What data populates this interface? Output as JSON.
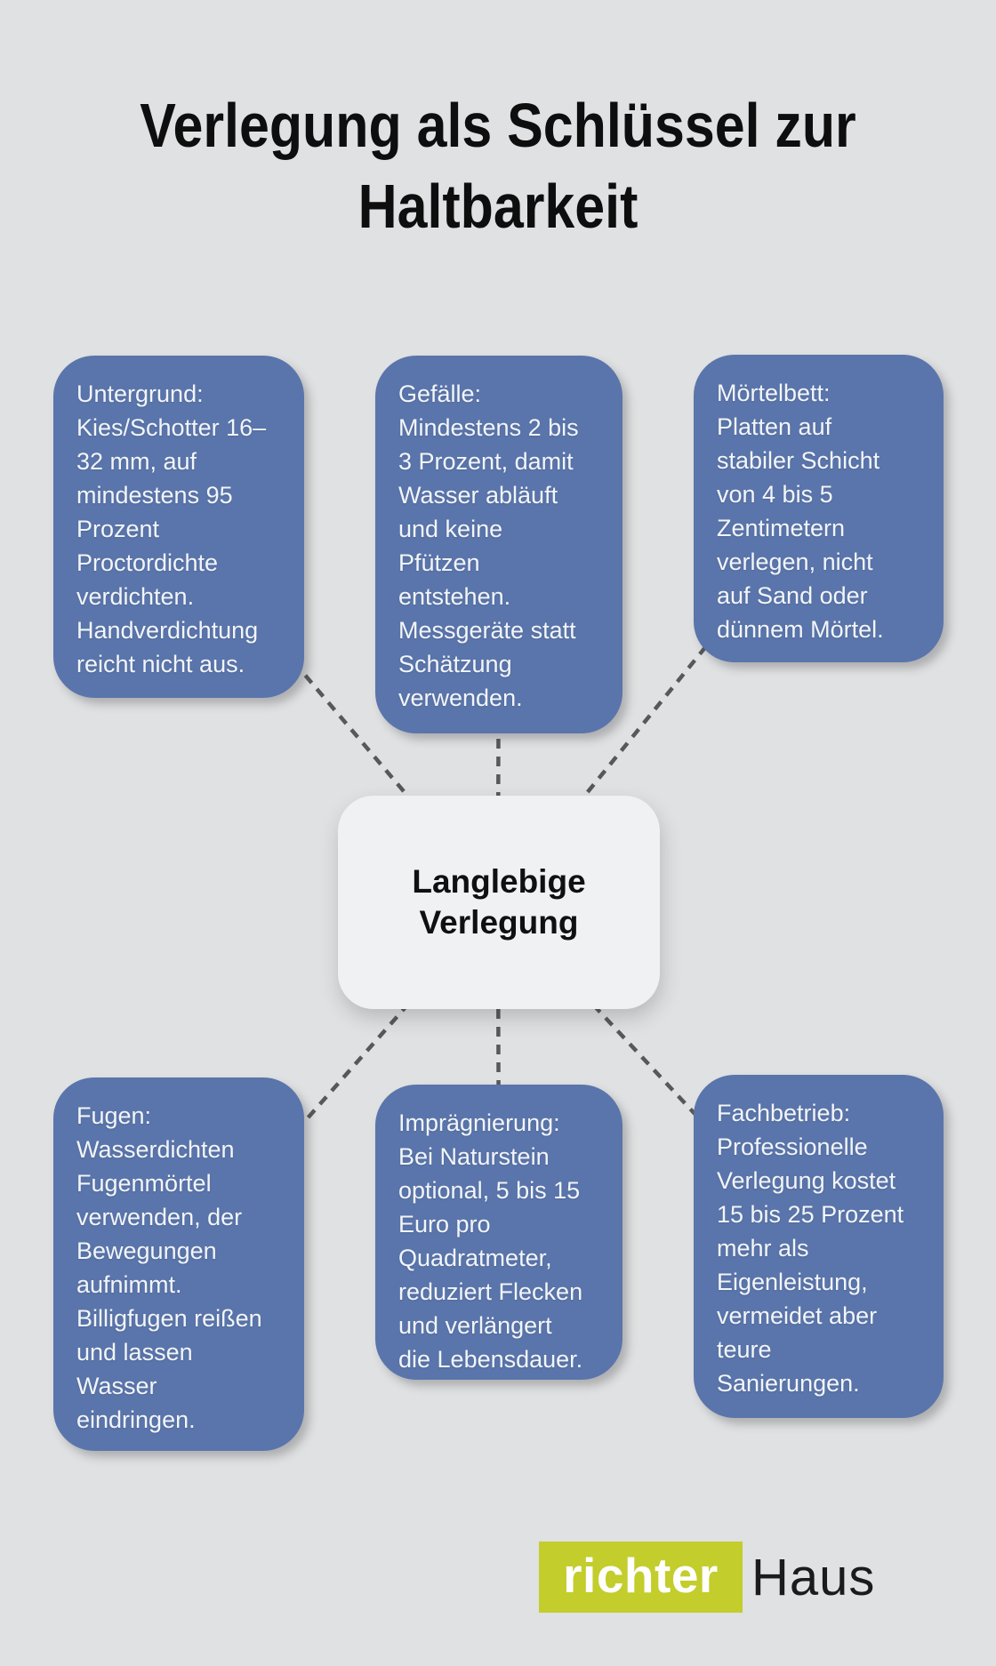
{
  "title": "Verlegung als Schlüssel zur\nHaltbarkeit",
  "center_node": {
    "label": "Langlebige\nVerlegung"
  },
  "nodes": [
    {
      "id": "untergrund",
      "text": "Untergrund:\nKies/Schotter 16–\n32 mm, auf\nmindestens 95\nProzent\nProctordichte\nverdichten.\nHandverdichtung\nreicht nicht aus."
    },
    {
      "id": "gefaelle",
      "text": "Gefälle:\nMindestens 2 bis\n3 Prozent, damit\nWasser abläuft\nund keine\nPfützen\nentstehen.\nMessgeräte statt\nSchätzung\nverwenden."
    },
    {
      "id": "moertelbett",
      "text": "Mörtelbett:\nPlatten auf\nstabiler Schicht\nvon 4 bis 5\nZentimetern\nverlegen, nicht\nauf Sand oder\ndünnem Mörtel."
    },
    {
      "id": "fugen",
      "text": "Fugen:\nWasserdichten\nFugenmörtel\nverwenden, der\nBewegungen\naufnimmt.\nBilligfugen reißen\nund lassen\nWasser\neindringen."
    },
    {
      "id": "impraegnierung",
      "text": "Imprägnierung:\nBei Naturstein\noptional, 5 bis 15\nEuro pro\nQuadratmeter,\nreduziert Flecken\nund verlängert\ndie Lebensdauer."
    },
    {
      "id": "fachbetrieb",
      "text": "Fachbetrieb:\nProfessionelle\nVerlegung kostet\n15 bis 25 Prozent\nmehr als\nEigenleistung,\nvermeidet aber\nteure\nSanierungen."
    }
  ],
  "logo": {
    "brand": "richter",
    "suffix": "Haus"
  },
  "colors": {
    "background": "#e0e1e2",
    "node_fill": "#5a75ab",
    "node_text": "#f2f5f8",
    "center_fill": "#eff1f3",
    "center_text": "#101010",
    "title_text": "#0e0e0f",
    "connector": "#57585a",
    "logo_accent": "#c3cd2b",
    "logo_suffix_text": "#1b1b1b"
  }
}
